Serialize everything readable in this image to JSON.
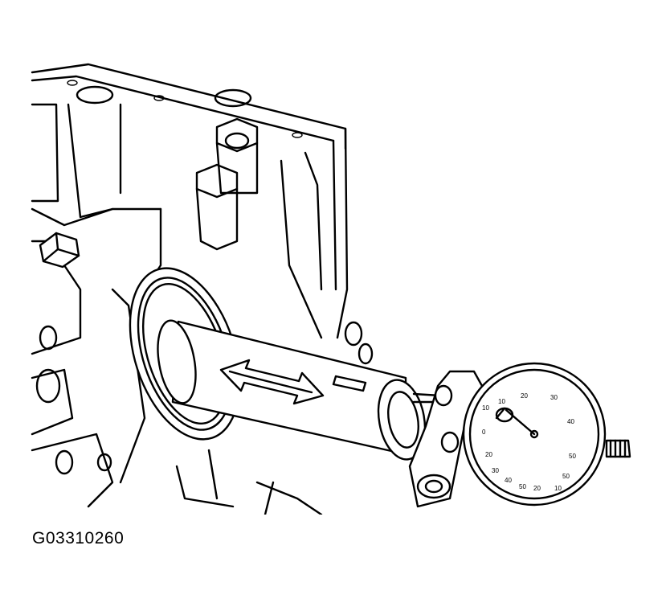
{
  "figure_code": "G03310260",
  "dial_labels": [
    "10",
    "20",
    "30",
    "40",
    "50",
    "50",
    "20",
    "10",
    "0",
    "10",
    "20",
    "30",
    "40",
    "50"
  ],
  "icons": {
    "engine_block": "engine-block-drawing",
    "seal": "oil-seal-drawing",
    "shaft": "crankshaft-drawing",
    "arrow": "double-arrow",
    "gauge": "dial-indicator-drawing"
  }
}
